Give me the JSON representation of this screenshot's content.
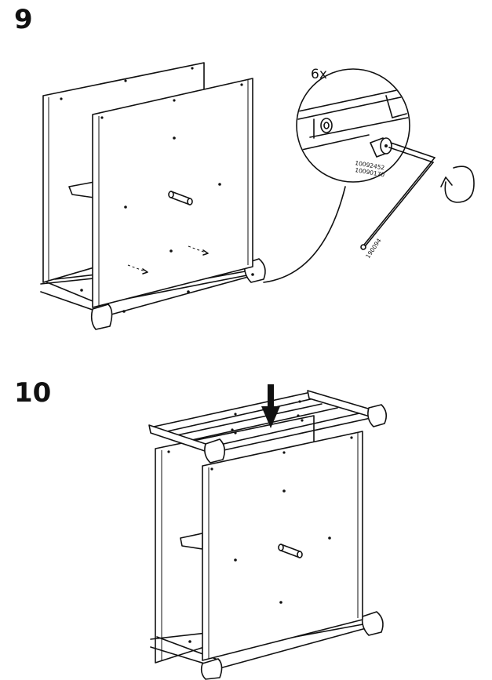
{
  "steps": [
    {
      "number": "9",
      "callout": {
        "quantity": "6x",
        "part_code_1": "10092452",
        "part_code_2": "10090170",
        "tool_code": "190094"
      }
    },
    {
      "number": "10"
    }
  ]
}
